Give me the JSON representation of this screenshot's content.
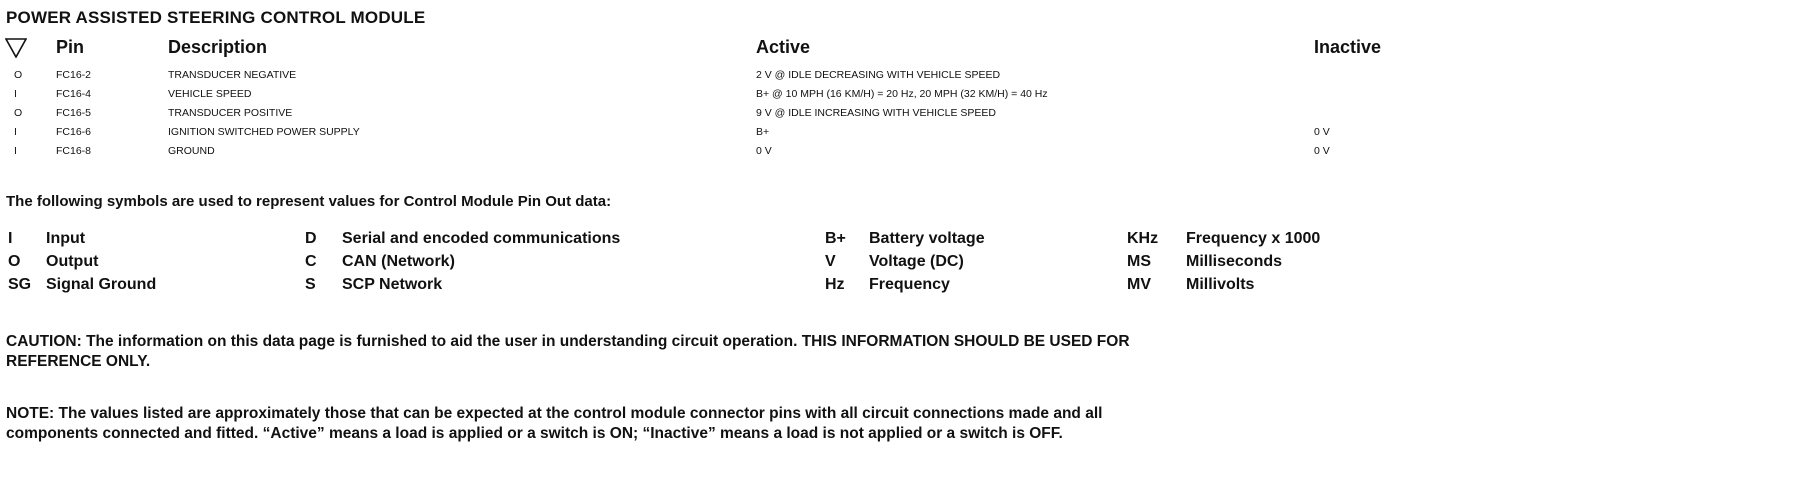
{
  "title": "POWER ASSISTED STEERING CONTROL MODULE",
  "table": {
    "headers": {
      "pin": "Pin",
      "description": "Description",
      "active": "Active",
      "inactive": "Inactive"
    },
    "header_icon": "triangle-down-icon",
    "rows": [
      {
        "io": "O",
        "pin": "FC16-2",
        "description": "TRANSDUCER NEGATIVE",
        "active": "2 V @ IDLE DECREASING WITH VEHICLE SPEED",
        "inactive": ""
      },
      {
        "io": "I",
        "pin": "FC16-4",
        "description": "VEHICLE SPEED",
        "active": "B+ @ 10 MPH (16 KM/H) = 20 Hz, 20 MPH (32 KM/H) = 40 Hz",
        "inactive": ""
      },
      {
        "io": "O",
        "pin": "FC16-5",
        "description": "TRANSDUCER POSITIVE",
        "active": "9 V @ IDLE INCREASING WITH VEHICLE SPEED",
        "inactive": ""
      },
      {
        "io": "I",
        "pin": "FC16-6",
        "description": "IGNITION SWITCHED POWER SUPPLY",
        "active": "B+",
        "inactive": "0 V"
      },
      {
        "io": "I",
        "pin": "FC16-8",
        "description": "GROUND",
        "active": "0 V",
        "inactive": "0 V"
      }
    ]
  },
  "legend": {
    "intro": "The following symbols are used to represent values for Control Module Pin Out data:",
    "columns": [
      [
        {
          "code": "I",
          "meaning": "Input"
        },
        {
          "code": "O",
          "meaning": "Output"
        },
        {
          "code": "SG",
          "meaning": "Signal Ground"
        }
      ],
      [
        {
          "code": "D",
          "meaning": "Serial and encoded communications"
        },
        {
          "code": "C",
          "meaning": "CAN (Network)"
        },
        {
          "code": "S",
          "meaning": "SCP Network"
        }
      ],
      [
        {
          "code": "B+",
          "meaning": "Battery voltage"
        },
        {
          "code": "V",
          "meaning": "Voltage (DC)"
        },
        {
          "code": "Hz",
          "meaning": "Frequency"
        }
      ],
      [
        {
          "code": "KHz",
          "meaning": "Frequency x 1000"
        },
        {
          "code": "MS",
          "meaning": "Milliseconds"
        },
        {
          "code": "MV",
          "meaning": "Millivolts"
        }
      ]
    ]
  },
  "caution": {
    "line1": "CAUTION: The information on this data page is furnished to aid the user in understanding circuit operation.  THIS INFORMATION SHOULD BE USED FOR",
    "line2": "REFERENCE ONLY."
  },
  "note": {
    "line1": "NOTE: The values listed are approximately those that can be expected at the control module connector pins with all circuit connections made and all",
    "line2": "components connected and fitted.  “Active” means a load is applied or a switch is ON; “Inactive” means a load is not applied or a switch is OFF."
  }
}
